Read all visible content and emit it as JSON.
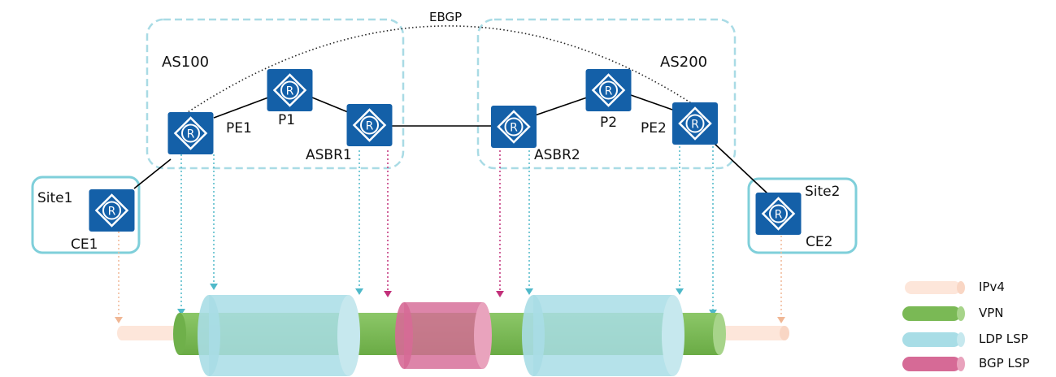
{
  "diagram": {
    "ebgp_label": "EBGP",
    "as_left": "AS100",
    "as_right": "AS200",
    "site_left": "Site1",
    "site_right": "Site2",
    "routers": {
      "ce1": "CE1",
      "pe1": "PE1",
      "p1": "P1",
      "asbr1": "ASBR1",
      "asbr2": "ASBR2",
      "p2": "P2",
      "pe2": "PE2",
      "ce2": "CE2"
    },
    "router_glyph": "R",
    "router_icon": "router-icon"
  },
  "legend": {
    "items": [
      {
        "label": "IPv4",
        "color": "#fde6da"
      },
      {
        "label": "VPN",
        "color": "#7ab955"
      },
      {
        "label": "LDP LSP",
        "color": "#a8dde6"
      },
      {
        "label": "BGP LSP",
        "color": "#d66a96"
      }
    ]
  },
  "colors": {
    "router_fill": "#1460a8",
    "as_border": "#a9dbe5",
    "site_border": "#7fcfda",
    "ipv4": "#fde6da",
    "vpn": "#7ab955",
    "ldp": "#a8dde6",
    "bgp": "#d66a96",
    "ldp_arrow": "#4fb9c9",
    "bgp_arrow": "#c2307a",
    "ipv4_arrow": "#f0b795"
  }
}
